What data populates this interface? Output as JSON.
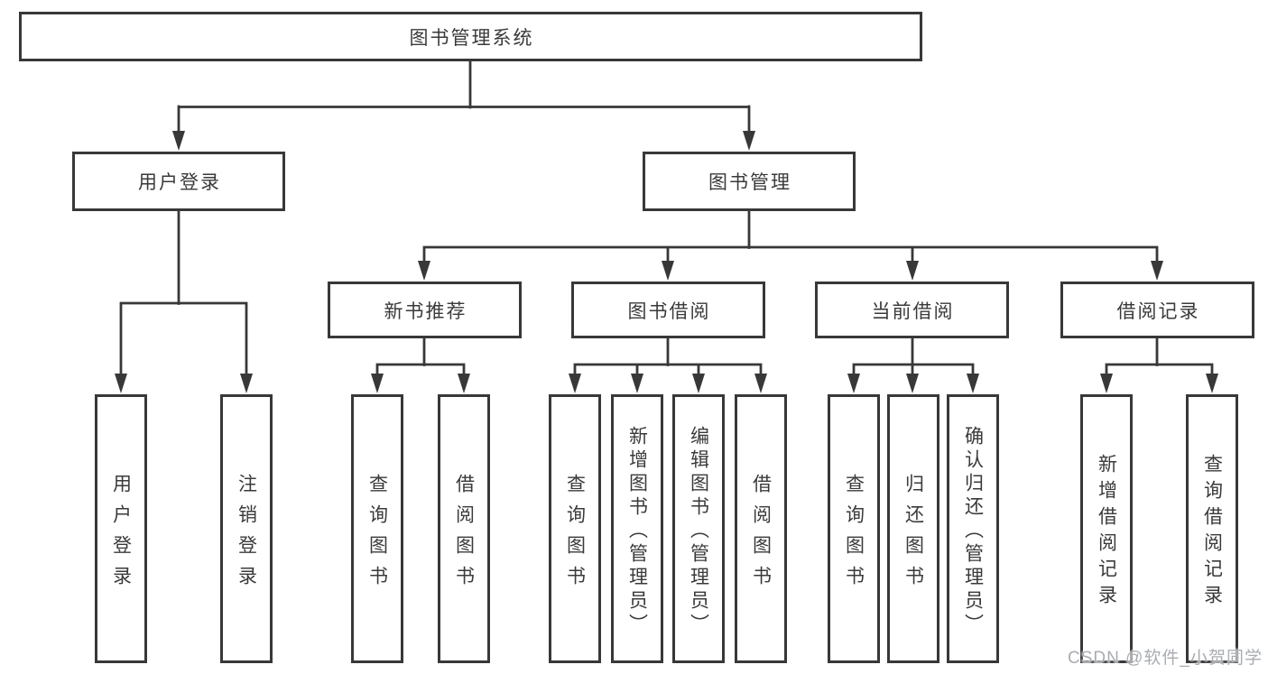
{
  "diagram": {
    "kind": "hierarchy-tree",
    "tree": {
      "root": {
        "label": "图书管理系统",
        "children": [
          {
            "label": "用户登录",
            "children": [
              {
                "label": "用户登录"
              },
              {
                "label": "注销登录"
              }
            ]
          },
          {
            "label": "图书管理",
            "children": [
              {
                "label": "新书推荐",
                "children": [
                  {
                    "label": "查询图书"
                  },
                  {
                    "label": "借阅图书"
                  }
                ]
              },
              {
                "label": "图书借阅",
                "children": [
                  {
                    "label": "查询图书"
                  },
                  {
                    "label": "新增图书（管理员）"
                  },
                  {
                    "label": "编辑图书（管理员）"
                  },
                  {
                    "label": "借阅图书"
                  }
                ]
              },
              {
                "label": "当前借阅",
                "children": [
                  {
                    "label": "查询图书"
                  },
                  {
                    "label": "归还图书"
                  },
                  {
                    "label": "确认归还（管理员）"
                  }
                ]
              },
              {
                "label": "借阅记录",
                "children": [
                  {
                    "label": "新增借阅记录"
                  },
                  {
                    "label": "查询借阅记录"
                  }
                ]
              }
            ]
          }
        ]
      }
    },
    "colors": {
      "line": "#383838",
      "text": "#3a3a3a",
      "background": "#ffffff",
      "watermark": "#a9acb1"
    }
  },
  "watermark": {
    "text": "CSDN @软件_小贺同学"
  }
}
